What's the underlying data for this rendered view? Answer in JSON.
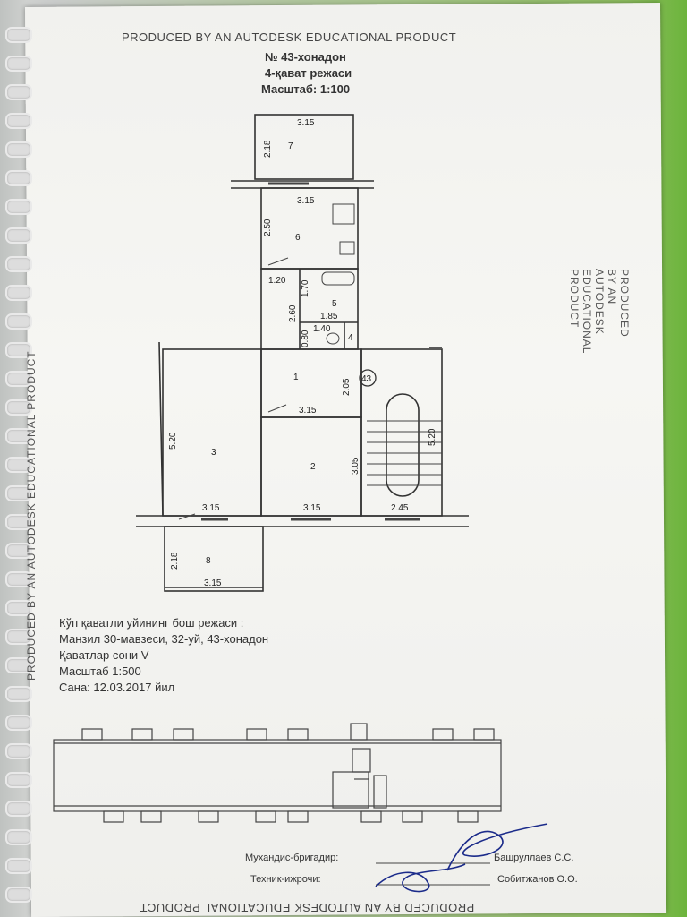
{
  "header": {
    "watermark": "PRODUCED BY AN AUTODESK EDUCATIONAL PRODUCT",
    "apartment": "№ 43-хонадон",
    "floor_plan": "4-қават режаси",
    "scale": "Масштаб: 1:100"
  },
  "side_watermark": "PRODUCED BY AN AUTODESK EDUCATIONAL PRODUCT",
  "plan": {
    "rooms": [
      "1",
      "2",
      "3",
      "4",
      "5",
      "6",
      "7",
      "8"
    ],
    "apartment_badge": "43",
    "dims": {
      "r7_w": "3.15",
      "r7_h": "2.18",
      "r6_w": "3.15",
      "r6_h": "2.50",
      "corr_w": "1.20",
      "r5_h": "1.70",
      "r5_w": "1.85",
      "r4_w": "1.40",
      "r4_h": "0.80",
      "bath_h": "2.60",
      "r1_w": "3.15",
      "r1_h": "2.05",
      "r3_h": "5.20",
      "r3_w": "3.15",
      "r2_h": "3.05",
      "r2_w": "3.15",
      "stair_h": "5.20",
      "stair_w": "2.45",
      "r8_h": "2.18",
      "r8_w": "3.15"
    }
  },
  "info": {
    "line1": "Кўп қаватли уйининг бош режаси :",
    "line2": "Манзил  30-мавзеси, 32-уй, 43-хонадон",
    "line3": "Қаватлар сони  V",
    "line4": "Масштаб  1:500",
    "line5": "Сана: 12.03.2017 йил"
  },
  "signatures": {
    "engineer_label": "Мухандис-бригадир:",
    "engineer_name": "Башруллаев С.С.",
    "technician_label": "Техник-ижрочи:",
    "technician_name": "Собитжанов О.О."
  }
}
